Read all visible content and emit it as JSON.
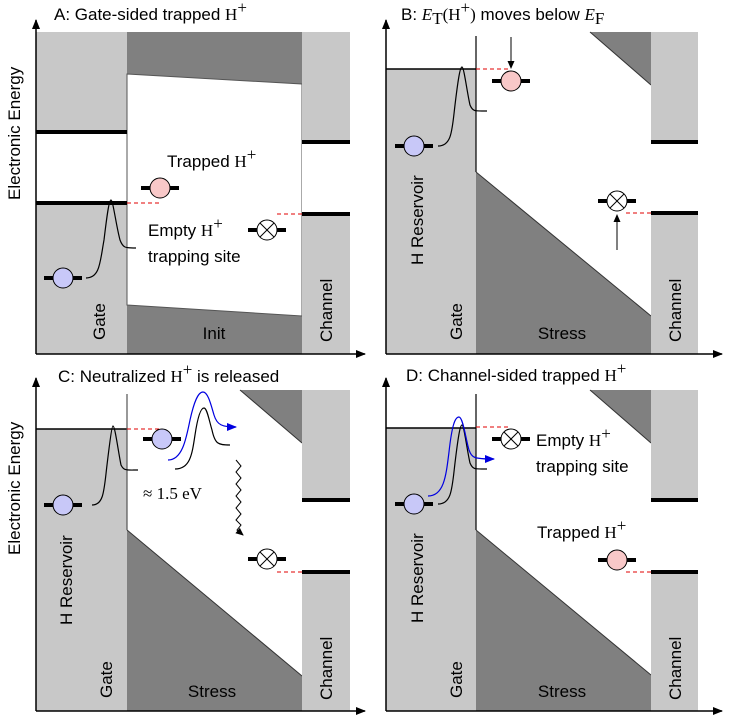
{
  "figure": {
    "y_axis_label": "Electronic Energy",
    "colors": {
      "light_gray": "#c8c8c8",
      "dark_gray": "#808080",
      "trapped_fill": "#f8c8c8",
      "reservoir_fill": "#c8c8f8",
      "fermi_dashed": "#e00000",
      "path_blue": "#0000e0"
    }
  },
  "panels": [
    {
      "id": "A",
      "title_prefix": "A: Gate-sided trapped ",
      "title_math": "H",
      "title_sup": "+",
      "gate_label": "Gate",
      "oxide_label": "Init",
      "channel_label": "Channel",
      "annotations": {
        "trapped_label": "Trapped ",
        "trapped_math": "H",
        "trapped_sup": "+",
        "empty_label_1": "Empty ",
        "empty_math": "H",
        "empty_sup": "+",
        "empty_label_2": "trapping site"
      }
    },
    {
      "id": "B",
      "title_prefix": "B: ",
      "title_math": "E",
      "title_sub": "T",
      "title_mid": "(H",
      "title_sup": "+",
      "title_close": ")",
      "title_suffix": " moves below ",
      "title_math2": "E",
      "title_sub2": "F",
      "reservoir_label": "H Reservoir",
      "gate_label": "Gate",
      "oxide_label": "Stress",
      "channel_label": "Channel"
    },
    {
      "id": "C",
      "title_prefix": "C: Neutralized ",
      "title_math": "H",
      "title_sup": "+",
      "title_suffix": " is released",
      "reservoir_label": "H Reservoir",
      "gate_label": "Gate",
      "oxide_label": "Stress",
      "channel_label": "Channel",
      "energy_label": "≈ 1.5 eV"
    },
    {
      "id": "D",
      "title_prefix": "D: Channel-sided trapped ",
      "title_math": "H",
      "title_sup": "+",
      "reservoir_label": "H Reservoir",
      "gate_label": "Gate",
      "oxide_label": "Stress",
      "channel_label": "Channel",
      "annotations": {
        "empty_label_1": "Empty ",
        "empty_math": "H",
        "empty_sup": "+",
        "empty_label_2": "trapping site",
        "trapped_label": "Trapped ",
        "trapped_math": "H",
        "trapped_sup": "+"
      }
    }
  ]
}
